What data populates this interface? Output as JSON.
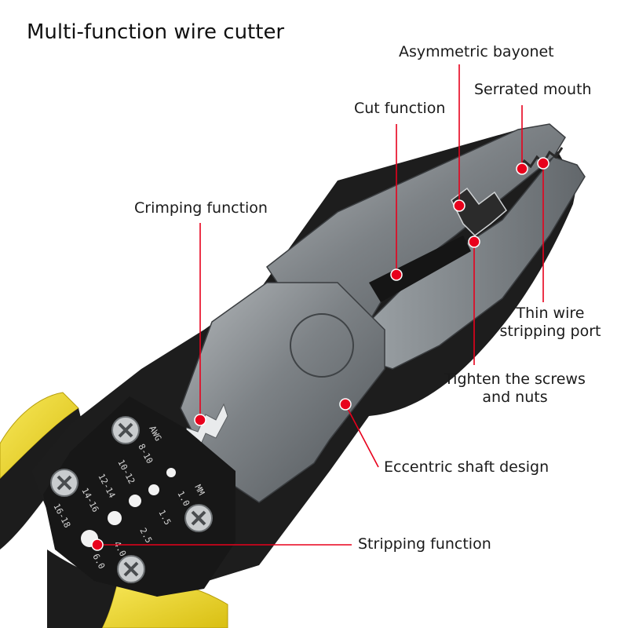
{
  "title": "Multi-function wire cutter",
  "labels": {
    "asymmetric_bayonet": "Asymmetric bayonet",
    "serrated_mouth": "Serrated mouth",
    "cut_function": "Cut function",
    "crimping_function": "Crimping function",
    "thin_wire_line1": "Thin wire",
    "thin_wire_line2": "stripping port",
    "tighten_line1": "Tighten the screws",
    "tighten_line2": "and nuts",
    "eccentric_shaft": "Eccentric shaft design",
    "stripping_function": "Stripping function"
  },
  "scale_text": {
    "awg_head": "AWG",
    "mm_head": "MM",
    "awg": [
      "8-10",
      "10-12",
      "12-14",
      "14-16",
      "16-18"
    ],
    "mm": [
      "1.0",
      "1.5",
      "2.5",
      "4.0",
      "6.0"
    ]
  },
  "colors": {
    "marker": "#e8001c",
    "handle_yellow": "#f2dc25",
    "handle_black": "#1e1e1e",
    "steel_dark": "#555a5e",
    "steel_light": "#9ea3a7",
    "leader": "#e8001c"
  }
}
